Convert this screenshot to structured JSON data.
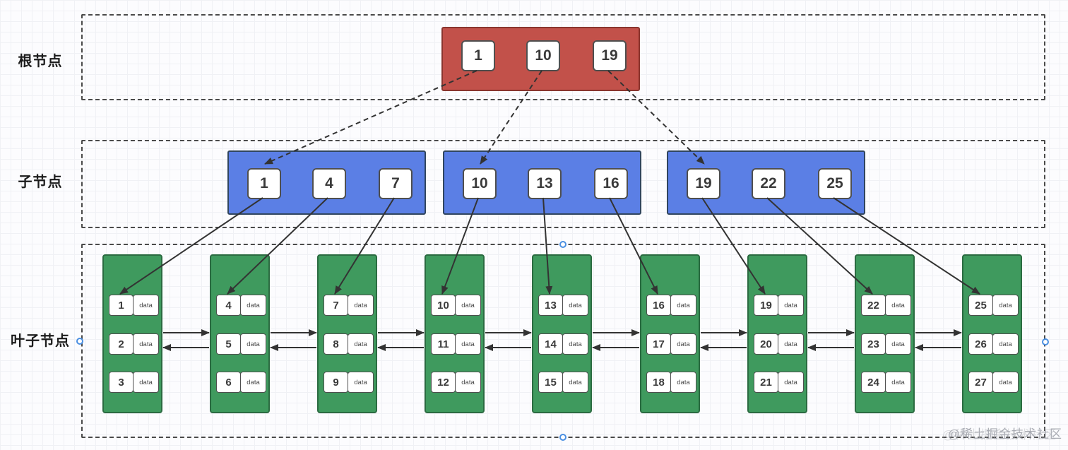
{
  "diagram": {
    "labels": {
      "root": "根节点",
      "child": "子节点",
      "leaf": "叶子节点"
    },
    "root": {
      "keys": [
        "1",
        "10",
        "19"
      ]
    },
    "children": [
      {
        "keys": [
          "1",
          "4",
          "7"
        ]
      },
      {
        "keys": [
          "10",
          "13",
          "16"
        ]
      },
      {
        "keys": [
          "19",
          "22",
          "25"
        ]
      }
    ],
    "leaves": [
      {
        "keys": [
          "1",
          "2",
          "3"
        ]
      },
      {
        "keys": [
          "4",
          "5",
          "6"
        ]
      },
      {
        "keys": [
          "7",
          "8",
          "9"
        ]
      },
      {
        "keys": [
          "10",
          "11",
          "12"
        ]
      },
      {
        "keys": [
          "13",
          "14",
          "15"
        ]
      },
      {
        "keys": [
          "16",
          "17",
          "18"
        ]
      },
      {
        "keys": [
          "19",
          "20",
          "21"
        ]
      },
      {
        "keys": [
          "22",
          "23",
          "24"
        ]
      },
      {
        "keys": [
          "25",
          "26",
          "27"
        ]
      }
    ],
    "data_cell_label": "data",
    "watermark": "@稀土掘金技术社区",
    "colors": {
      "root_fill": "#c2514a",
      "root_border": "#8a352e",
      "child_fill": "#5b7fe5",
      "child_border": "#30455f",
      "leaf_fill": "#3f9a5e",
      "leaf_border": "#2b6b41",
      "key_border": "#4f4f4f",
      "band_border": "#4a4a4a",
      "arrow": "#333333",
      "handle": "#4a8fe2"
    }
  }
}
